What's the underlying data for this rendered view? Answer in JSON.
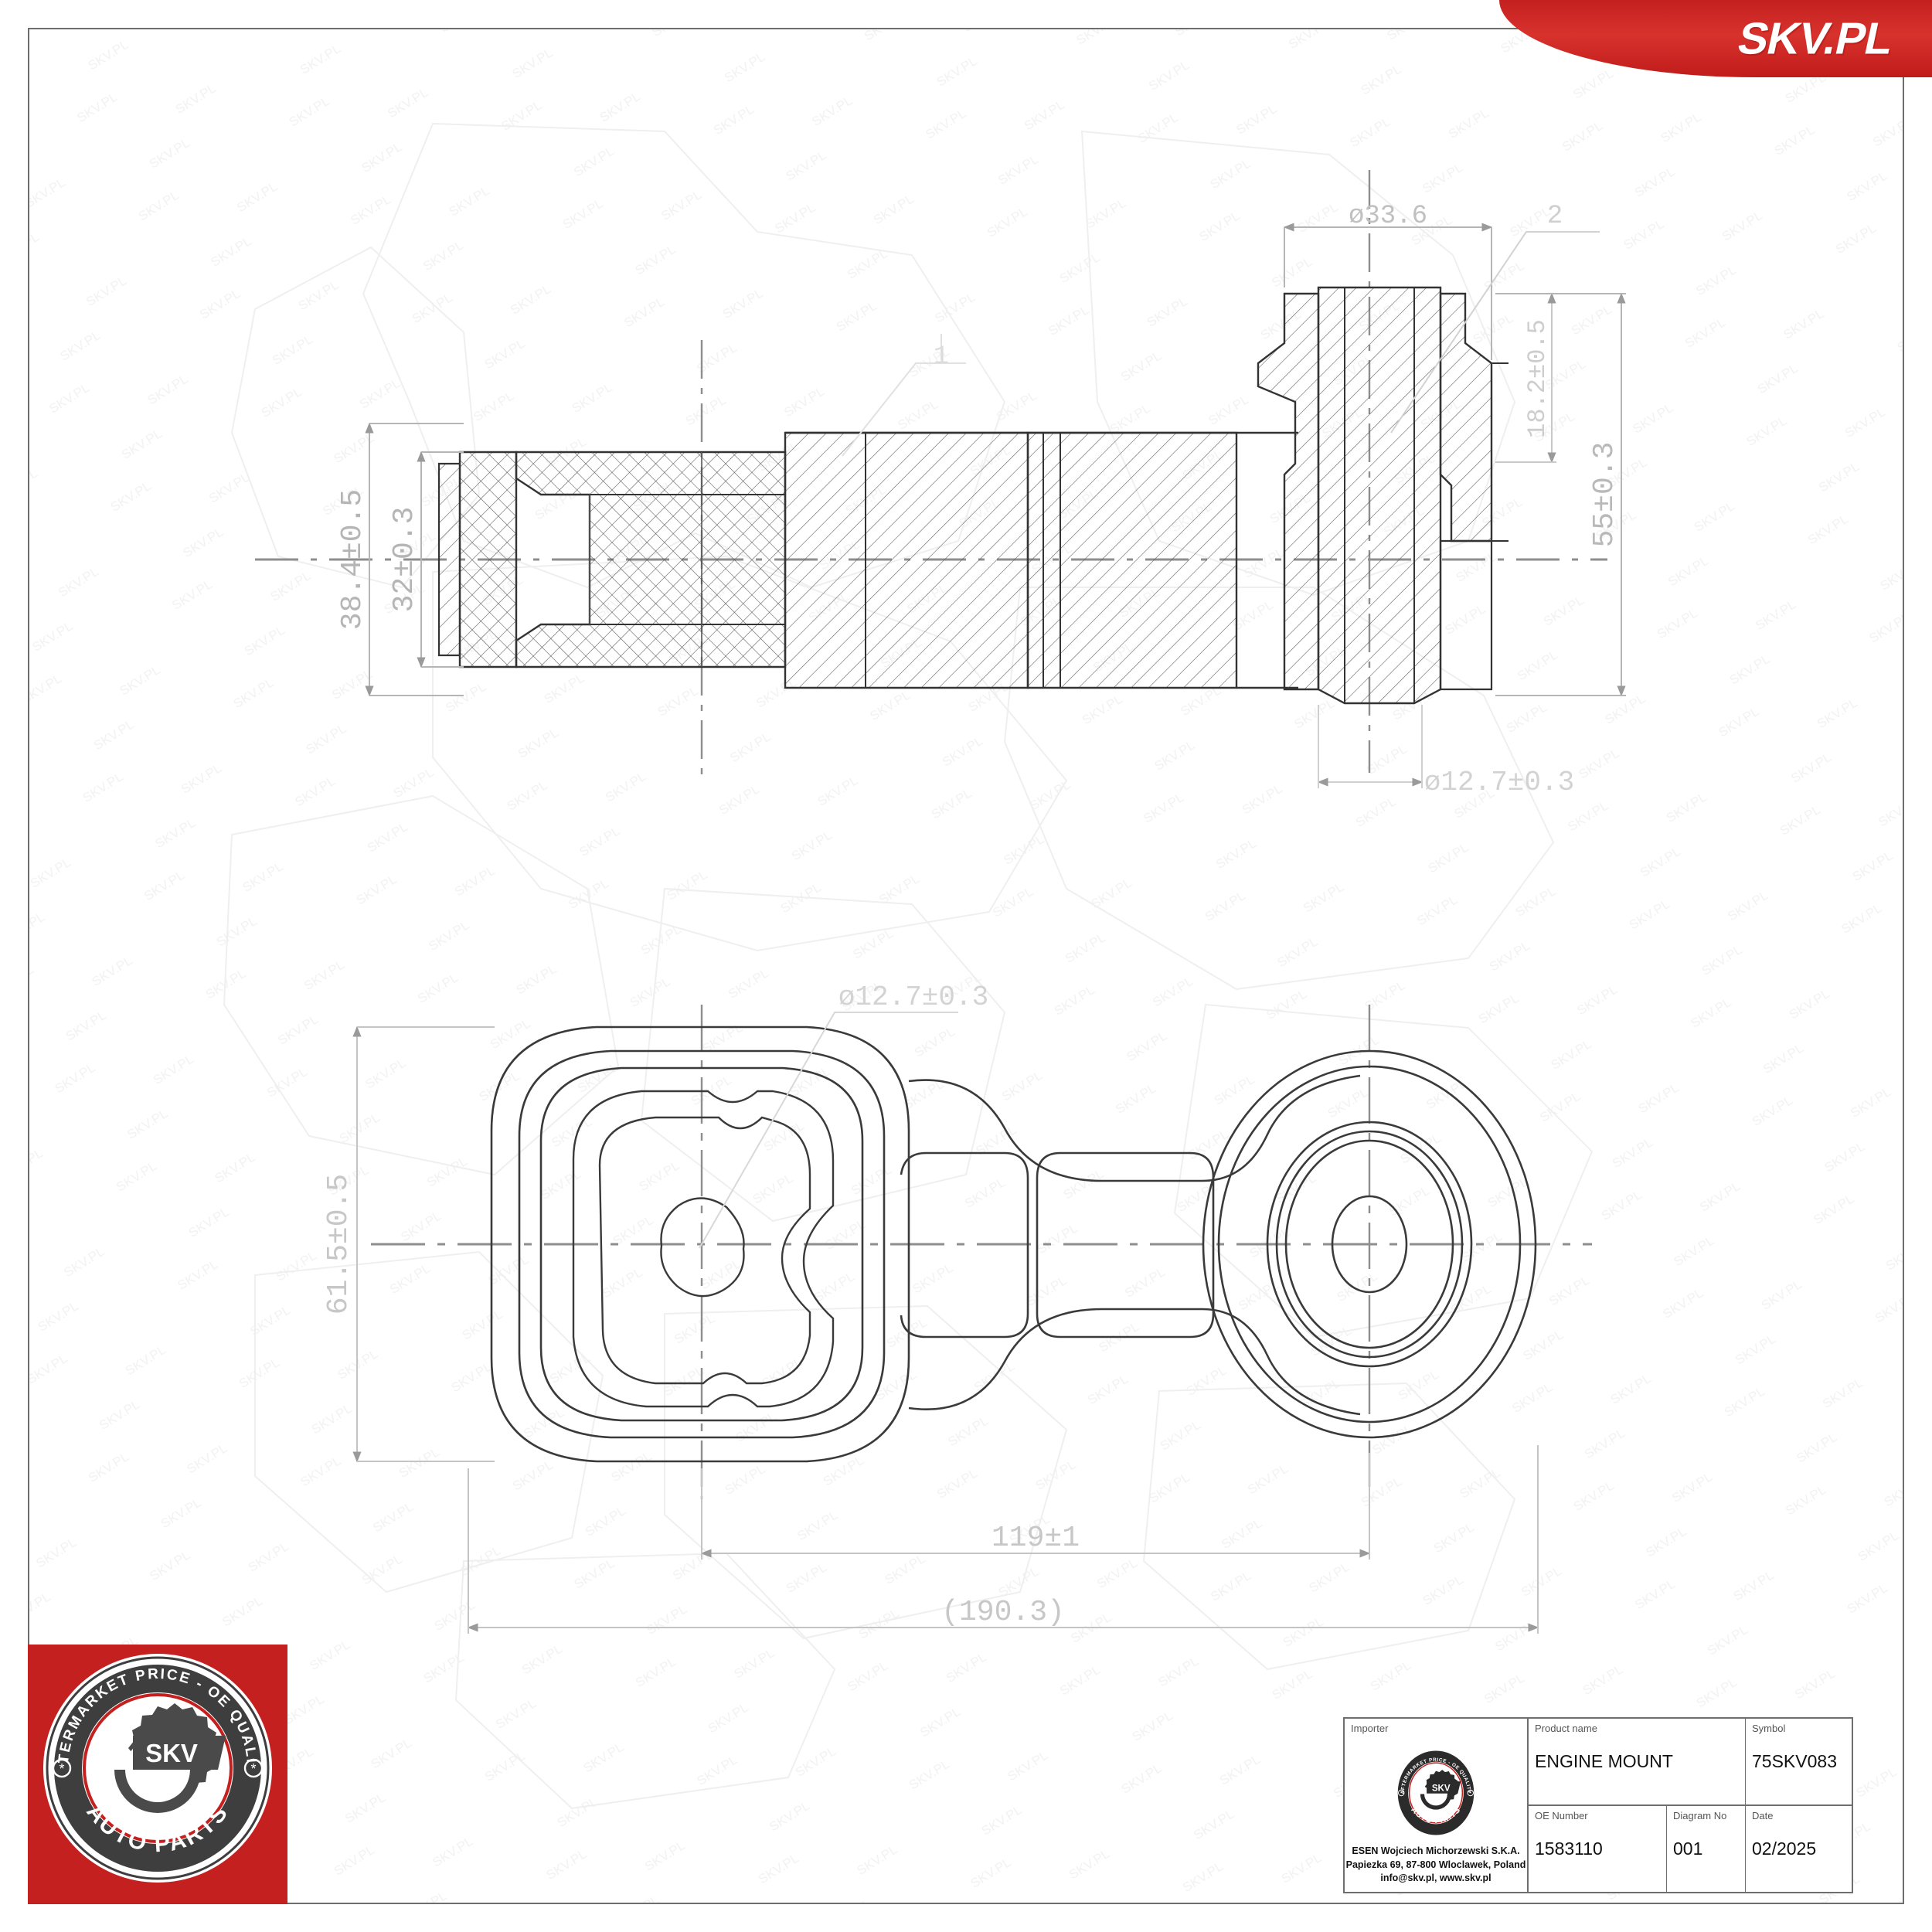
{
  "brand": {
    "banner_text": "SKV.PL",
    "banner_color": "#c3201f",
    "badge_top_text": "AFTERMARKET PRICE - OE QUALITY",
    "badge_bottom_text": "AUTO PARTS",
    "badge_center_text": "SKV"
  },
  "drawing": {
    "title": "ENGINE MOUNT technical drawing",
    "part_labels": [
      {
        "id": "1",
        "text": "1"
      },
      {
        "id": "2",
        "text": "2"
      }
    ],
    "dimensions": {
      "left_outer_height": "38.4±0.5",
      "left_inner_height": "32±0.3",
      "top_bore_dia": "ø33.6",
      "right_flange_height": "18.2±0.5",
      "right_total_height": "55±0.3",
      "shaft_dia_section": "ø12.7±0.3",
      "plan_bore_dia": "ø12.7±0.3",
      "plan_width": "61.5±0.5",
      "plan_center_distance": "119±1",
      "plan_overall_length": "(190.3)"
    },
    "watermark_text": "SKV.PL"
  },
  "titleblock": {
    "importer": {
      "caption": "Importer",
      "company": "ESEN Wojciech Michorzewski S.K.A.",
      "address": "Papiezka 69, 87-800 Wloclawek, Poland",
      "contact": "info@skv.pl, www.skv.pl"
    },
    "product_name": {
      "caption": "Product name",
      "value": "ENGINE MOUNT"
    },
    "symbol": {
      "caption": "Symbol",
      "value": "75SKV083"
    },
    "oe_number": {
      "caption": "OE Number",
      "value": "1583110"
    },
    "diagram_no": {
      "caption": "Diagram No",
      "value": "001"
    },
    "date": {
      "caption": "Date",
      "value": "02/2025"
    }
  }
}
